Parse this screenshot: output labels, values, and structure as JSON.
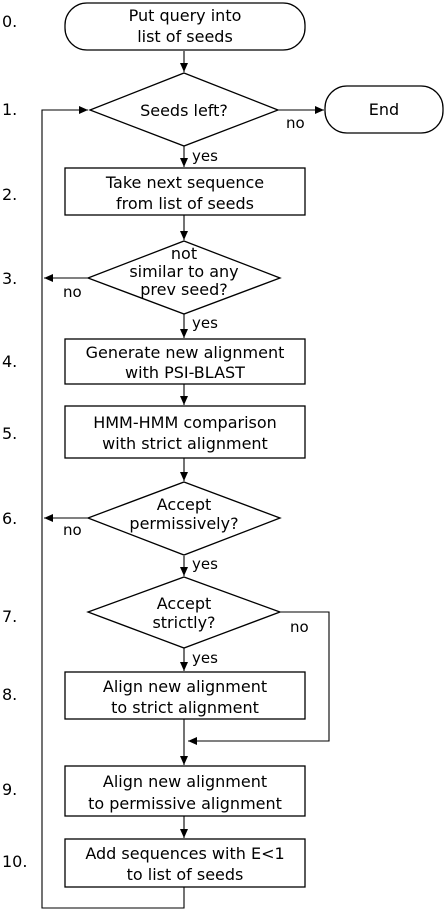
{
  "steps": [
    "0.",
    "1.",
    "2.",
    "3.",
    "4.",
    "5.",
    "6.",
    "7.",
    "8.",
    "9.",
    "10."
  ],
  "nodes": {
    "start": [
      "Put query into",
      "list of seeds"
    ],
    "seeds_left": [
      "Seeds left?"
    ],
    "end": [
      "End"
    ],
    "take_next": [
      "Take next sequence",
      "from list of seeds"
    ],
    "not_similar": [
      "not",
      "similar to any",
      "prev seed?"
    ],
    "generate": [
      "Generate new alignment",
      "with PSI-BLAST"
    ],
    "hmm": [
      "HMM-HMM comparison",
      "with strict alignment"
    ],
    "accept_perm": [
      "Accept",
      "permissively?"
    ],
    "accept_strict": [
      "Accept",
      "strictly?"
    ],
    "align_strict": [
      "Align new alignment",
      "to strict alignment"
    ],
    "align_perm": [
      "Align new alignment",
      "to permissive alignment"
    ],
    "add_seqs": [
      "Add sequences with E<1",
      "to list of seeds"
    ]
  },
  "edge_labels": {
    "seeds_left_no": "no",
    "seeds_left_yes": "yes",
    "not_similar_no": "no",
    "not_similar_yes": "yes",
    "accept_perm_no": "no",
    "accept_perm_yes": "yes",
    "accept_strict_no": "no",
    "accept_strict_yes": "yes"
  }
}
